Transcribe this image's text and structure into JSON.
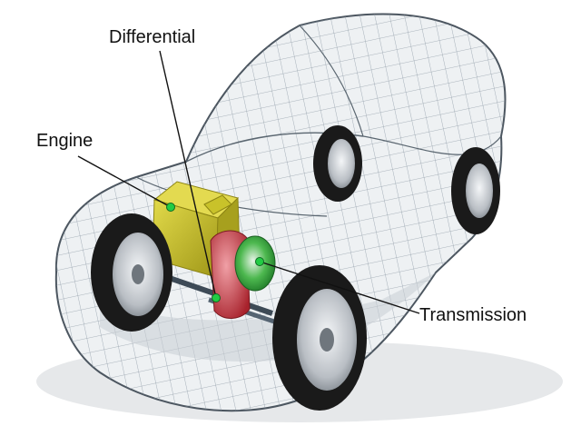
{
  "labels": {
    "differential": "Differential",
    "engine": "Engine",
    "transmission": "Transmission"
  },
  "colors": {
    "engine": "#c9c22a",
    "differential": "#c0363f",
    "transmission": "#2f9e3a",
    "marker": "#22cc44",
    "wireframe": "#7d8a96",
    "tire": "#1a1a1a",
    "rim": "#c8ccd0"
  },
  "icons": [
    "car-wireframe-icon",
    "wheel-icon",
    "engine-block-icon",
    "differential-icon",
    "transmission-icon"
  ]
}
